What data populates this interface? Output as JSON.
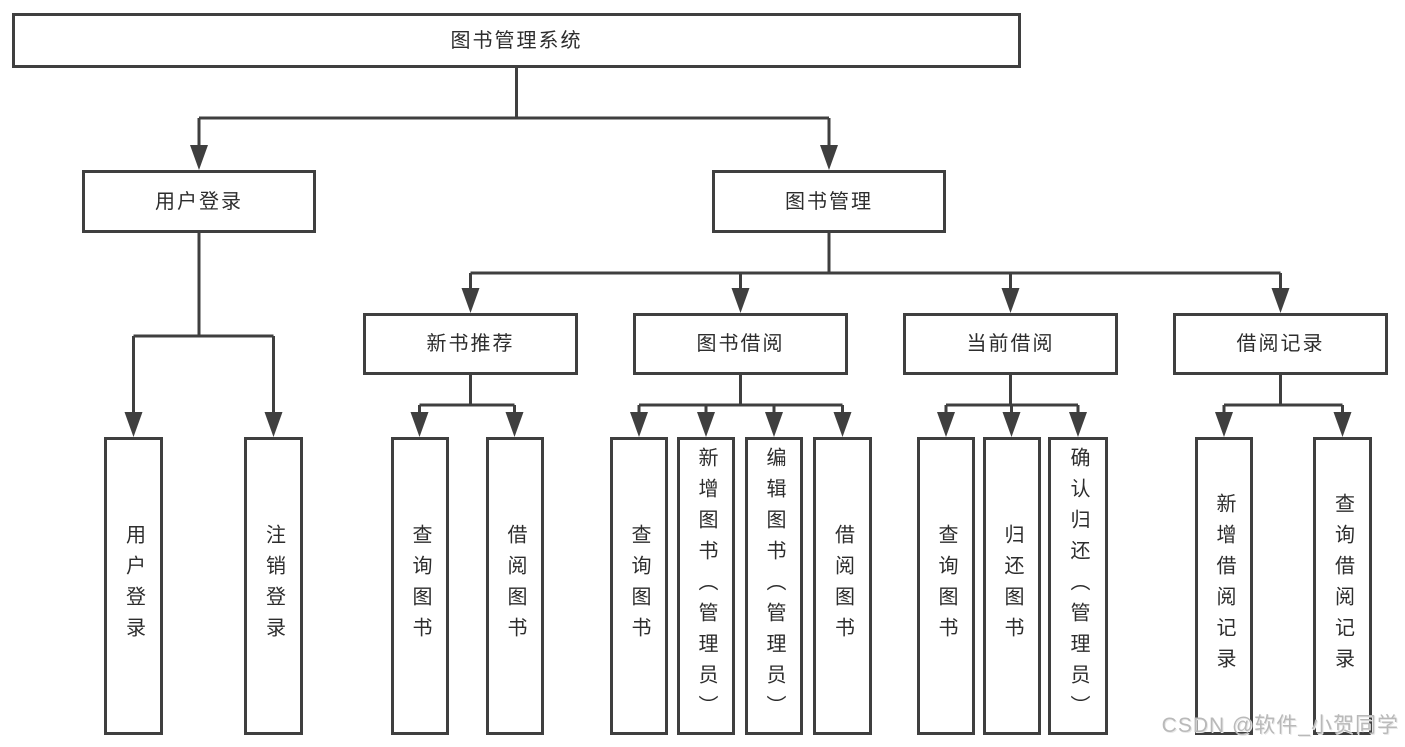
{
  "tree": {
    "root": "图书管理系统",
    "user_login": {
      "label": "用户登录",
      "children": [
        "用户登录",
        "注销登录"
      ]
    },
    "book_mgmt": {
      "label": "图书管理",
      "sections": [
        {
          "label": "新书推荐",
          "children": [
            "查询图书",
            "借阅图书"
          ]
        },
        {
          "label": "图书借阅",
          "children": [
            "查询图书",
            "新增图书（管理员）",
            "编辑图书（管理员）",
            "借阅图书"
          ]
        },
        {
          "label": "当前借阅",
          "children": [
            "查询图书",
            "归还图书",
            "确认归还（管理员）"
          ]
        },
        {
          "label": "借阅记录",
          "children": [
            "新增借阅记录",
            "查询借阅记录"
          ]
        }
      ]
    }
  },
  "watermark": {
    "text": "CSDN @软件_小贺同学"
  },
  "colors": {
    "line": "#3f3f3f",
    "box_border": "#3f3f3f",
    "text": "#2d2d2d",
    "watermark": "#b9b9b9",
    "background": "#ffffff"
  }
}
